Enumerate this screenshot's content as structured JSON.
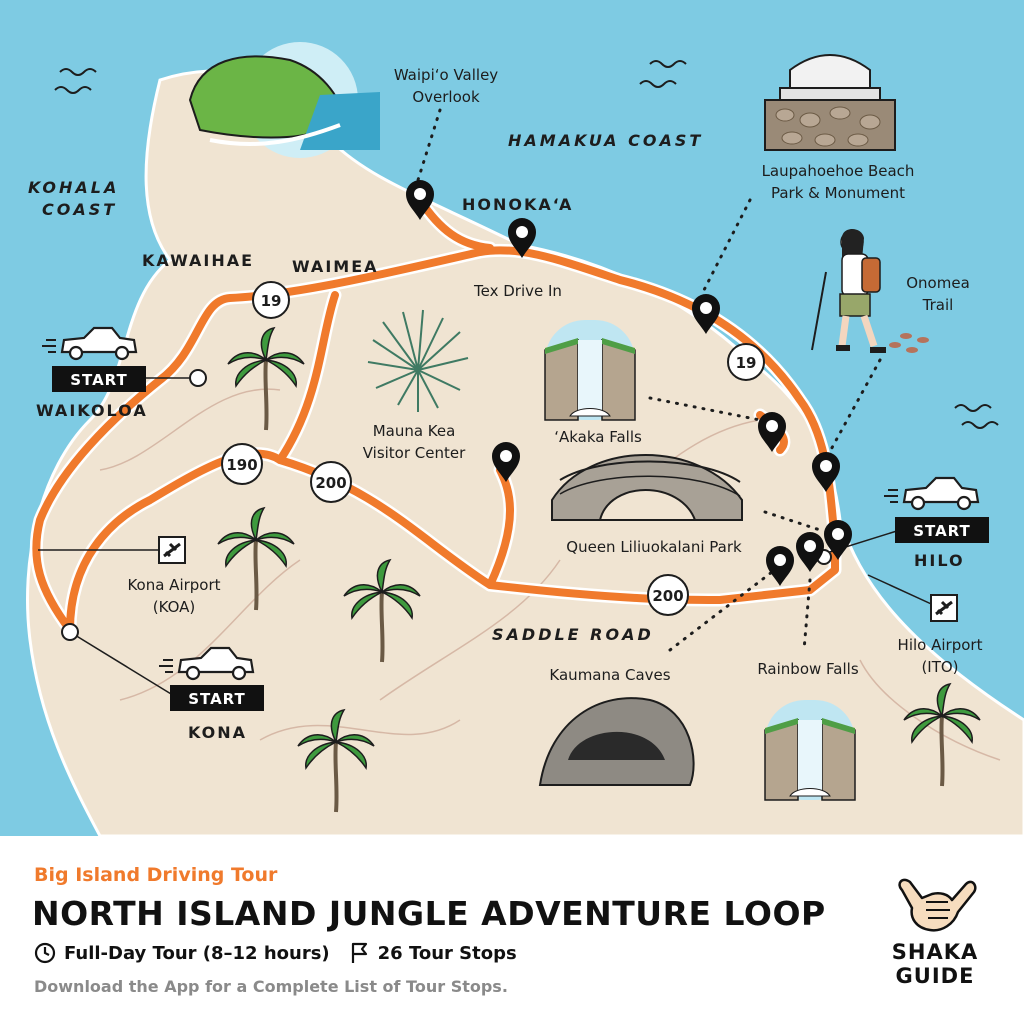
{
  "map": {
    "regions": {
      "hamakua": "HAMAKUA COAST",
      "kohala_1": "KOHALA",
      "kohala_2": "COAST",
      "saddle": "SADDLE ROAD"
    },
    "towns": {
      "honokaa": "HONOKA‘A",
      "kawaihae": "KAWAIHAE",
      "waimea": "WAIMEA",
      "waikoloa": "WAIKOLOA",
      "hilo": "HILO",
      "kona": "KONA"
    },
    "start_label": "START",
    "highways": {
      "h19a": "19",
      "h19b": "19",
      "h190": "190",
      "h200a": "200",
      "h200b": "200"
    },
    "stops": {
      "waipio_1": "Waipi‘o Valley",
      "waipio_2": "Overlook",
      "laupahoehoe_1": "Laupahoehoe Beach",
      "laupahoehoe_2": "Park & Monument",
      "onomea_1": "Onomea",
      "onomea_2": "Trail",
      "tex": "Tex Drive In",
      "akaka": "‘Akaka Falls",
      "maunakea_1": "Mauna Kea",
      "maunakea_2": "Visitor Center",
      "queen": "Queen Liliuokalani Park",
      "kaumana": "Kaumana Caves",
      "rainbow": "Rainbow Falls",
      "kona_airport_1": "Kona Airport",
      "kona_airport_2": "(KOA)",
      "hilo_airport_1": "Hilo Airport",
      "hilo_airport_2": "(ITO)"
    },
    "colors": {
      "ocean": "#7ecbe3",
      "land": "#f0e4d2",
      "route": "#f07a2c",
      "pin": "#111111"
    }
  },
  "info": {
    "subtitle": "Big Island Driving Tour",
    "title": "NORTH ISLAND JUNGLE ADVENTURE LOOP",
    "duration": "Full-Day Tour (8–12 hours)",
    "stops": "26 Tour Stops",
    "note": "Download the App for a Complete List of Tour Stops.",
    "brand_1": "SHAKA",
    "brand_2": "GUIDE",
    "icons": [
      "clock-icon",
      "flag-icon",
      "shaka-hand-icon"
    ]
  }
}
